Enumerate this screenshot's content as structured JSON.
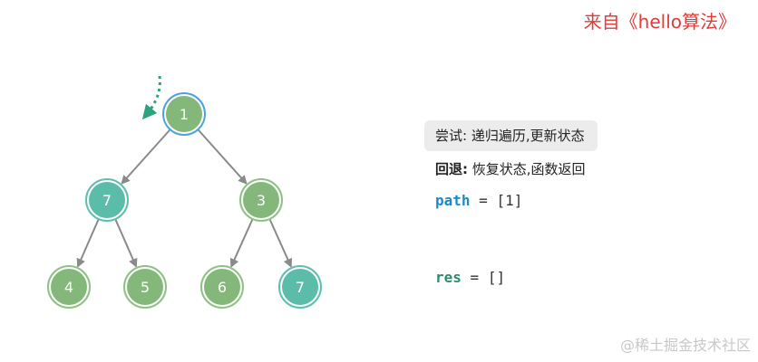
{
  "source_tag": "来自《hello算法》",
  "watermark": "@稀土掘金技术社区",
  "colors": {
    "node_green": "#84b87a",
    "node_green_ring": "#8ec283",
    "node_teal": "#5bbcaa",
    "node_teal_ring": "#5fbfae",
    "current_ring": "#4aa3df",
    "edge": "#8a8a8a",
    "pointer_arrow": "#2aa37e"
  },
  "tree": {
    "nodes": [
      {
        "id": "root",
        "label": "1",
        "style": "green",
        "current": true
      },
      {
        "id": "left",
        "label": "7",
        "style": "teal",
        "current": false
      },
      {
        "id": "right",
        "label": "3",
        "style": "green",
        "current": false
      },
      {
        "id": "left-left",
        "label": "4",
        "style": "green",
        "current": false
      },
      {
        "id": "left-right",
        "label": "5",
        "style": "green",
        "current": false
      },
      {
        "id": "right-left",
        "label": "6",
        "style": "green",
        "current": false
      },
      {
        "id": "right-right",
        "label": "7",
        "style": "teal",
        "current": false
      }
    ],
    "edges": [
      [
        "root",
        "left"
      ],
      [
        "root",
        "right"
      ],
      [
        "left",
        "left-left"
      ],
      [
        "left",
        "left-right"
      ],
      [
        "right",
        "right-left"
      ],
      [
        "right",
        "right-right"
      ]
    ]
  },
  "panel": {
    "try_label": "尝试:",
    "try_text": "递归遍历,更新状态",
    "back_label": "回退:",
    "back_text": "恢复状态,函数返回",
    "path_var": "path",
    "path_value": "= [1]",
    "res_var": "res",
    "res_value": "= []"
  }
}
